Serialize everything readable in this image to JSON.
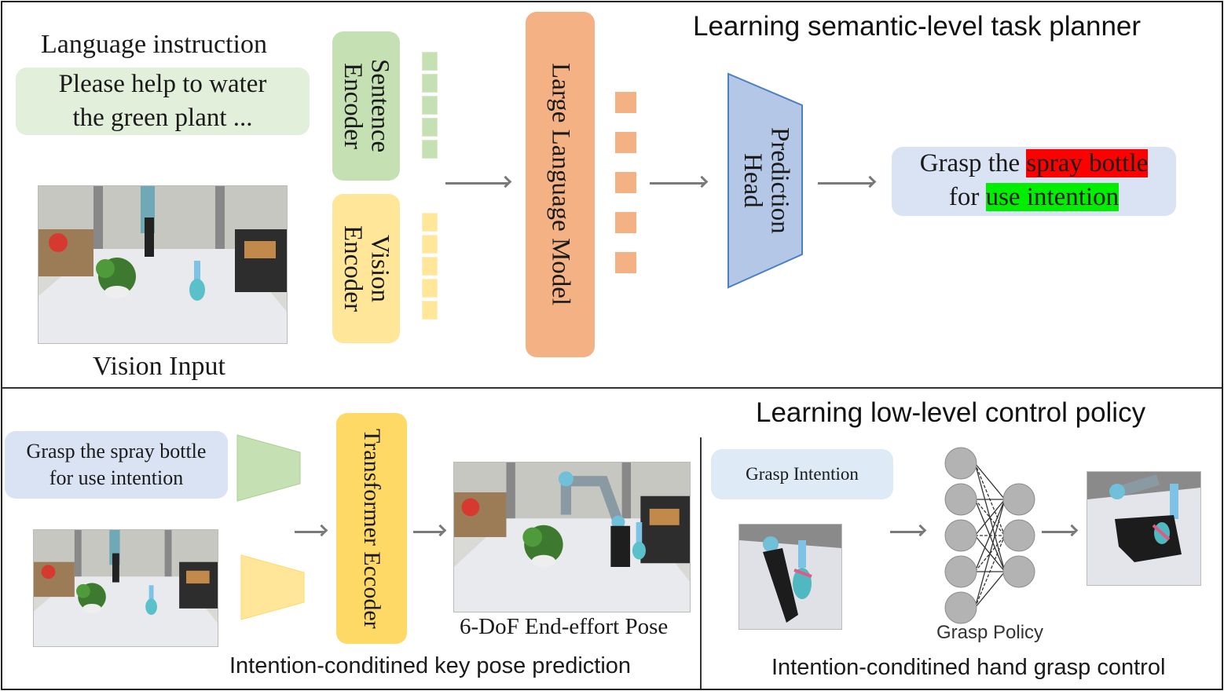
{
  "top_section": {
    "title": "Learning semantic-level task planner",
    "language_label": "Language instruction",
    "instruction_line1": "Please help to water",
    "instruction_line2": "the green plant ...",
    "vision_label": "Vision Input",
    "sentence_encoder": "Sentence Encoder",
    "vision_encoder": "Vision Encoder",
    "llm": "Large Language Model",
    "prediction_head": "Prediction Head",
    "output": {
      "prefix": "Grasp the ",
      "object": "spray bottle",
      "mid": "for ",
      "intention": "use intention",
      "object_color": "#ff0000",
      "intention_color": "#00ee00"
    },
    "sentence_tokens": 5,
    "vision_tokens": 5,
    "llm_tokens": 5
  },
  "bottom_left": {
    "title": "Intention-conditined key pose prediction",
    "instruction_line1": "Grasp the spray bottle",
    "instruction_line2": "for use intention",
    "transformer": "Transformer Eccoder",
    "pose_label": "6-DoF End-effort Pose"
  },
  "bottom_right": {
    "section_title": "Learning low-level control policy",
    "title": "Intention-conditined hand grasp control",
    "intention_label": "Grasp Intention",
    "policy_label": "Grasp Policy",
    "policy_layers": [
      5,
      3
    ]
  },
  "colors": {
    "green_block": "#c5e0b3",
    "green_light": "#e2efda",
    "yellow_block": "#ffe699",
    "orange_block": "#f4b183",
    "blue_head": "#b4c7e7",
    "blue_light": "#dae3f3",
    "transformer": "#ffd966",
    "node_gray": "#b3b3b3"
  }
}
